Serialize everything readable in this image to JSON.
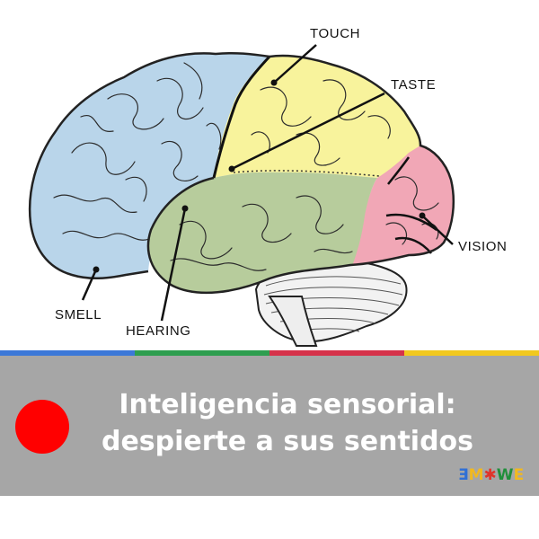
{
  "diagram": {
    "labels": {
      "touch": "TOUCH",
      "taste": "TASTE",
      "vision": "VISION",
      "smell": "SMELL",
      "hearing": "HEARING"
    },
    "region_colors": {
      "frontal": "#b9d5ea",
      "parietal": "#f8f39c",
      "occipital": "#f1a7b6",
      "temporal": "#b7cc9c",
      "cerebellum": "#f2f2f2"
    }
  },
  "strip_colors": [
    "#3c78d8",
    "#2e9e4f",
    "#d6324a",
    "#f2c81e"
  ],
  "banner": {
    "line1": "Inteligencia sensorial:",
    "line2": "despierte a sus sentidos",
    "bg_color": "#a6a6a6",
    "dot_color": "#ff0000"
  },
  "logo": {
    "text": "EMOWE",
    "letter_colors": [
      "#2f6fd6",
      "#f2b91e",
      "#e0342a",
      "#1f8f3a",
      "#f2b91e"
    ]
  }
}
